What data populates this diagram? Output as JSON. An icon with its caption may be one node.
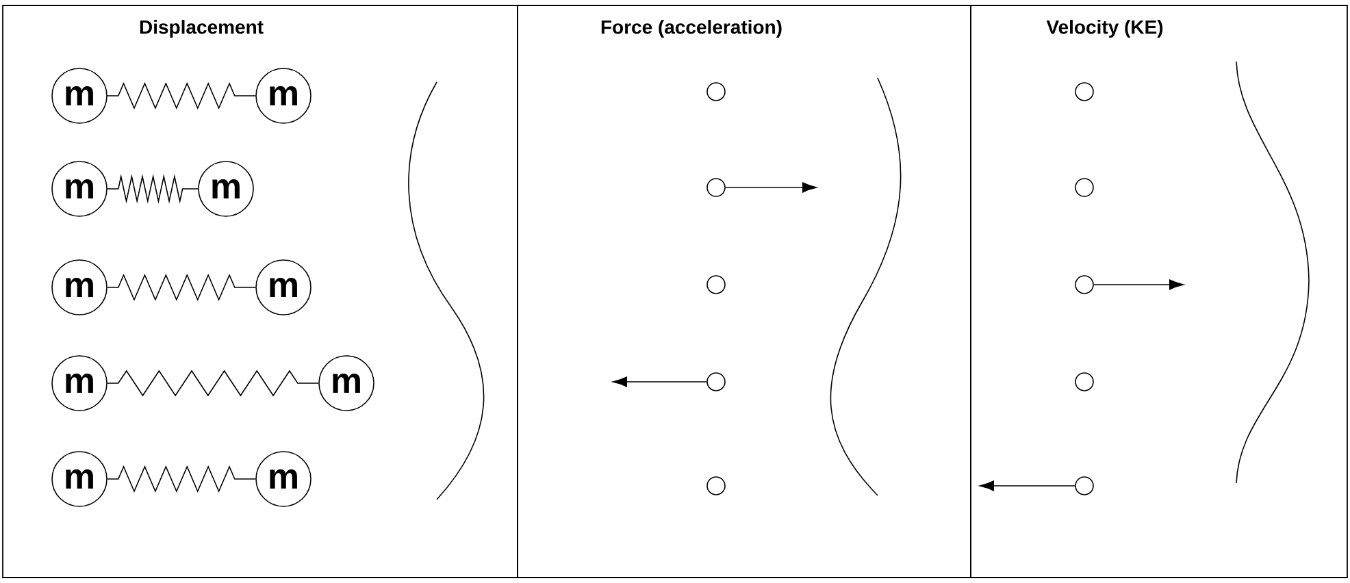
{
  "diagram": {
    "nodes": [
      {
        "text": [
          "Displacement"
        ]
      },
      {
        "text": [
          "Force  (acceleration)"
        ]
      },
      {
        "text": [
          "Velocity  (KE)"
        ]
      },
      {
        "text": [
          "m"
        ],
        "in": 0
      },
      {
        "text": [
          "m"
        ],
        "in": 0
      },
      {
        "text": [
          "m"
        ],
        "in": 0
      },
      {
        "text": [
          "m"
        ],
        "in": 0
      },
      {
        "text": [
          "m"
        ],
        "in": 0
      },
      {
        "text": [
          "m"
        ],
        "in": 0
      },
      {
        "text": [
          "m"
        ],
        "in": 0
      },
      {
        "text": [
          "m"
        ],
        "in": 0
      },
      {
        "text": [
          "m"
        ],
        "in": 0
      },
      {
        "text": [
          "m"
        ],
        "in": 0
      },
      {
        "text": [],
        "shape": "circle",
        "in": 1
      },
      {
        "text": [],
        "shape": "circle",
        "in": 1
      },
      {
        "text": [],
        "shape": "circle",
        "in": 1
      },
      {
        "text": [],
        "shape": "circle",
        "in": 1
      },
      {
        "text": [],
        "shape": "circle",
        "in": 1
      },
      {
        "text": [],
        "shape": "circle",
        "in": 2
      },
      {
        "text": [],
        "shape": "circle",
        "in": 2
      },
      {
        "text": [],
        "shape": "circle",
        "in": 2
      },
      {
        "text": [],
        "shape": "circle",
        "in": 2
      },
      {
        "text": [],
        "shape": "circle",
        "in": 2
      }
    ],
    "edges": [
      {
        "from": 3,
        "to": 4,
        "arrow": "none"
      },
      {
        "from": 5,
        "to": 6,
        "arrow": "none"
      },
      {
        "from": 7,
        "to": 8,
        "arrow": "none"
      },
      {
        "from": 9,
        "to": 10,
        "arrow": "none"
      },
      {
        "from": 11,
        "to": 12,
        "arrow": "none"
      },
      {
        "from": 14,
        "to": null,
        "arrow": "to"
      },
      {
        "from": 16,
        "to": null,
        "arrow": "to"
      },
      {
        "from": 20,
        "to": null,
        "arrow": "to"
      },
      {
        "from": 22,
        "to": null,
        "arrow": "to"
      }
    ]
  }
}
